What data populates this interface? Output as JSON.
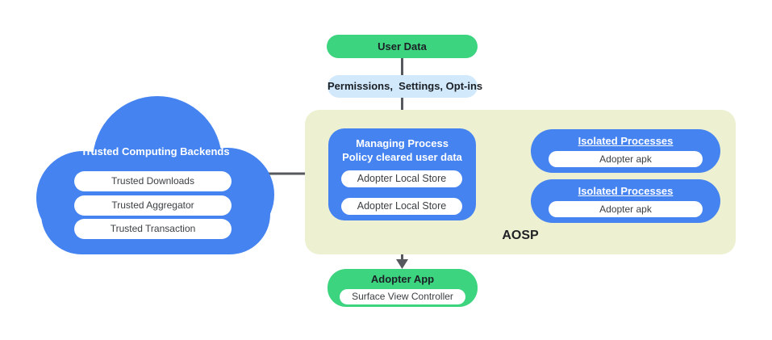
{
  "diagram": {
    "cloud": {
      "title": "Trusted Computing Backends",
      "items": [
        "Trusted Downloads",
        "Trusted Aggregator",
        "Trusted Transaction"
      ]
    },
    "user_data": {
      "label": "User Data"
    },
    "permissions": {
      "label": "Permissions,  Settings, Opt-ins"
    },
    "aosp": {
      "label": "AOSP",
      "managing_process": {
        "title_line1": "Managing Process",
        "title_line2": "Policy cleared user data",
        "items": [
          "Adopter Local Store",
          "Adopter Local Store"
        ]
      },
      "isolated_processes": [
        {
          "title": "Isolated Processes",
          "item": "Adopter apk"
        },
        {
          "title": "Isolated Processes",
          "item": "Adopter apk"
        }
      ]
    },
    "adopter_app": {
      "title": "Adopter App",
      "item": "Surface View Controller"
    }
  },
  "colors": {
    "blue": "#4583f1",
    "green": "#3cd47e",
    "light_blue": "#d2e8fb",
    "aosp_background": "#edf1d1",
    "connector_line": "#55585c",
    "pill_white": "#ffffff",
    "dark_text": "#1b2026",
    "pill_text": "#3c4043"
  }
}
